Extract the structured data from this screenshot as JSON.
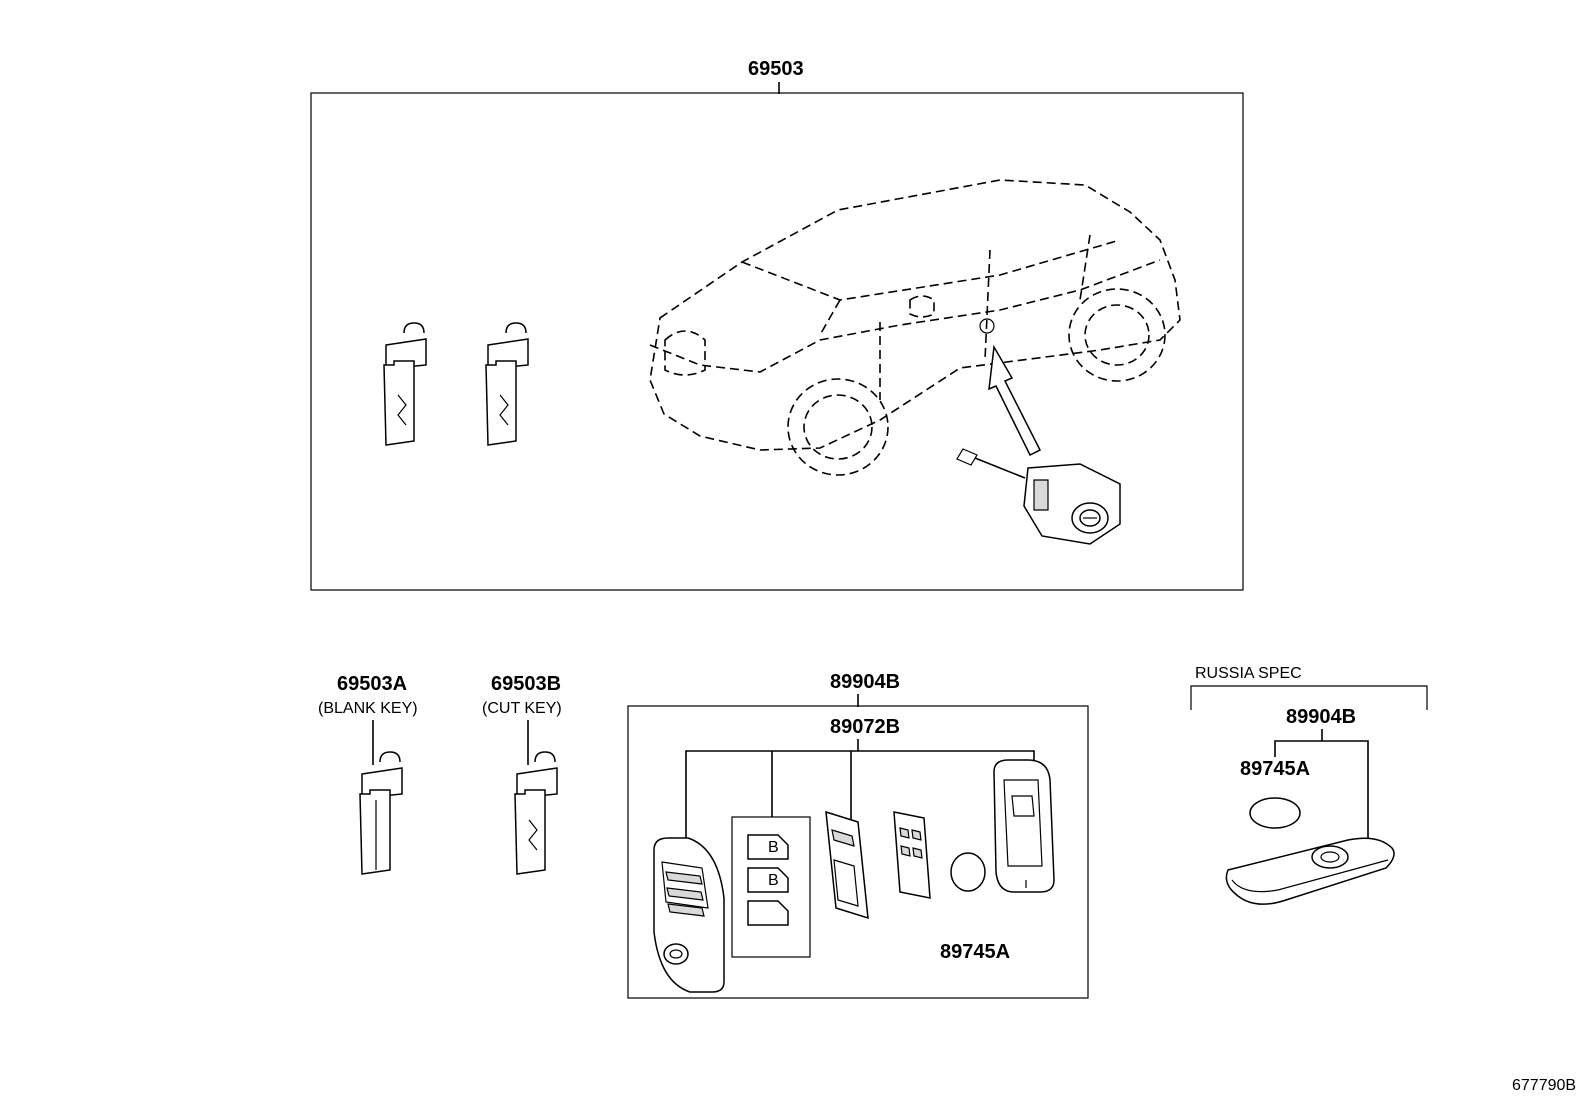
{
  "diagram": {
    "labels": {
      "assembly": "69503",
      "blank_key": "69503A",
      "blank_key_note": "(BLANK KEY)",
      "cut_key": "69503B",
      "cut_key_note": "(CUT KEY)",
      "transmitter": "89904B",
      "transmitter_housing": "89072B",
      "battery": "89745A",
      "russia_spec": "RUSSIA SPEC",
      "russia_transmitter": "89904B",
      "russia_battery": "89745A",
      "drawing_number": "677790B"
    }
  }
}
